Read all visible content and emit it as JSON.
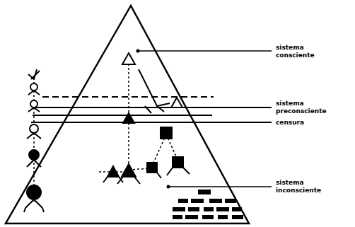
{
  "diagram": {
    "labels": [
      "sistema consciente",
      "sistema preconsciente",
      "censura",
      "sistema inconsciente"
    ]
  }
}
